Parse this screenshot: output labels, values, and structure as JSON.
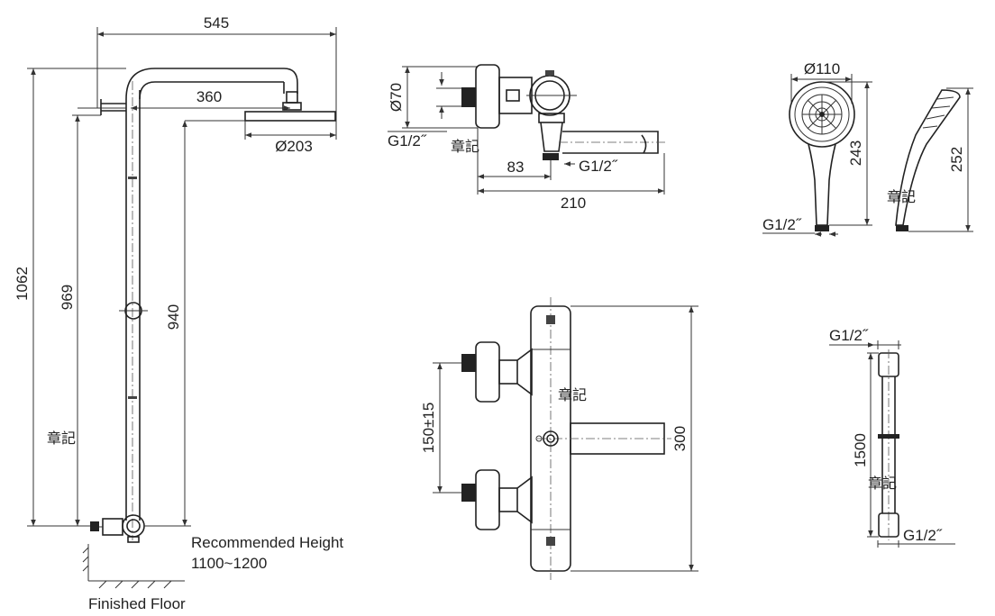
{
  "shower_column": {
    "width_545": "545",
    "arm_360": "360",
    "head_dia": "Ø203",
    "height_1062": "1062",
    "height_969": "969",
    "height_940": "940",
    "stamp": "章記",
    "recommended_label": "Recommended Height",
    "recommended_range": "1100~1200",
    "floor_label": "Finished Floor"
  },
  "bath_mixer": {
    "dia_70": "Ø70",
    "inlet_thread": "G1/2˝",
    "stamp": "章記",
    "dim_83": "83",
    "outlet_thread": "G1/2˝",
    "dim_210": "210"
  },
  "hand_shower": {
    "dia_110": "Ø110",
    "length_243": "243",
    "length_252": "252",
    "stamp": "章記",
    "thread": "G1/2˝"
  },
  "thermostat": {
    "spacing": "150±15",
    "stamp": "章記",
    "height_300": "300"
  },
  "hose": {
    "top_thread": "G1/2˝",
    "length": "1500",
    "stamp": "章記",
    "bottom_thread": "G1/2˝"
  },
  "colors": {
    "line": "#333333",
    "text": "#222222"
  }
}
